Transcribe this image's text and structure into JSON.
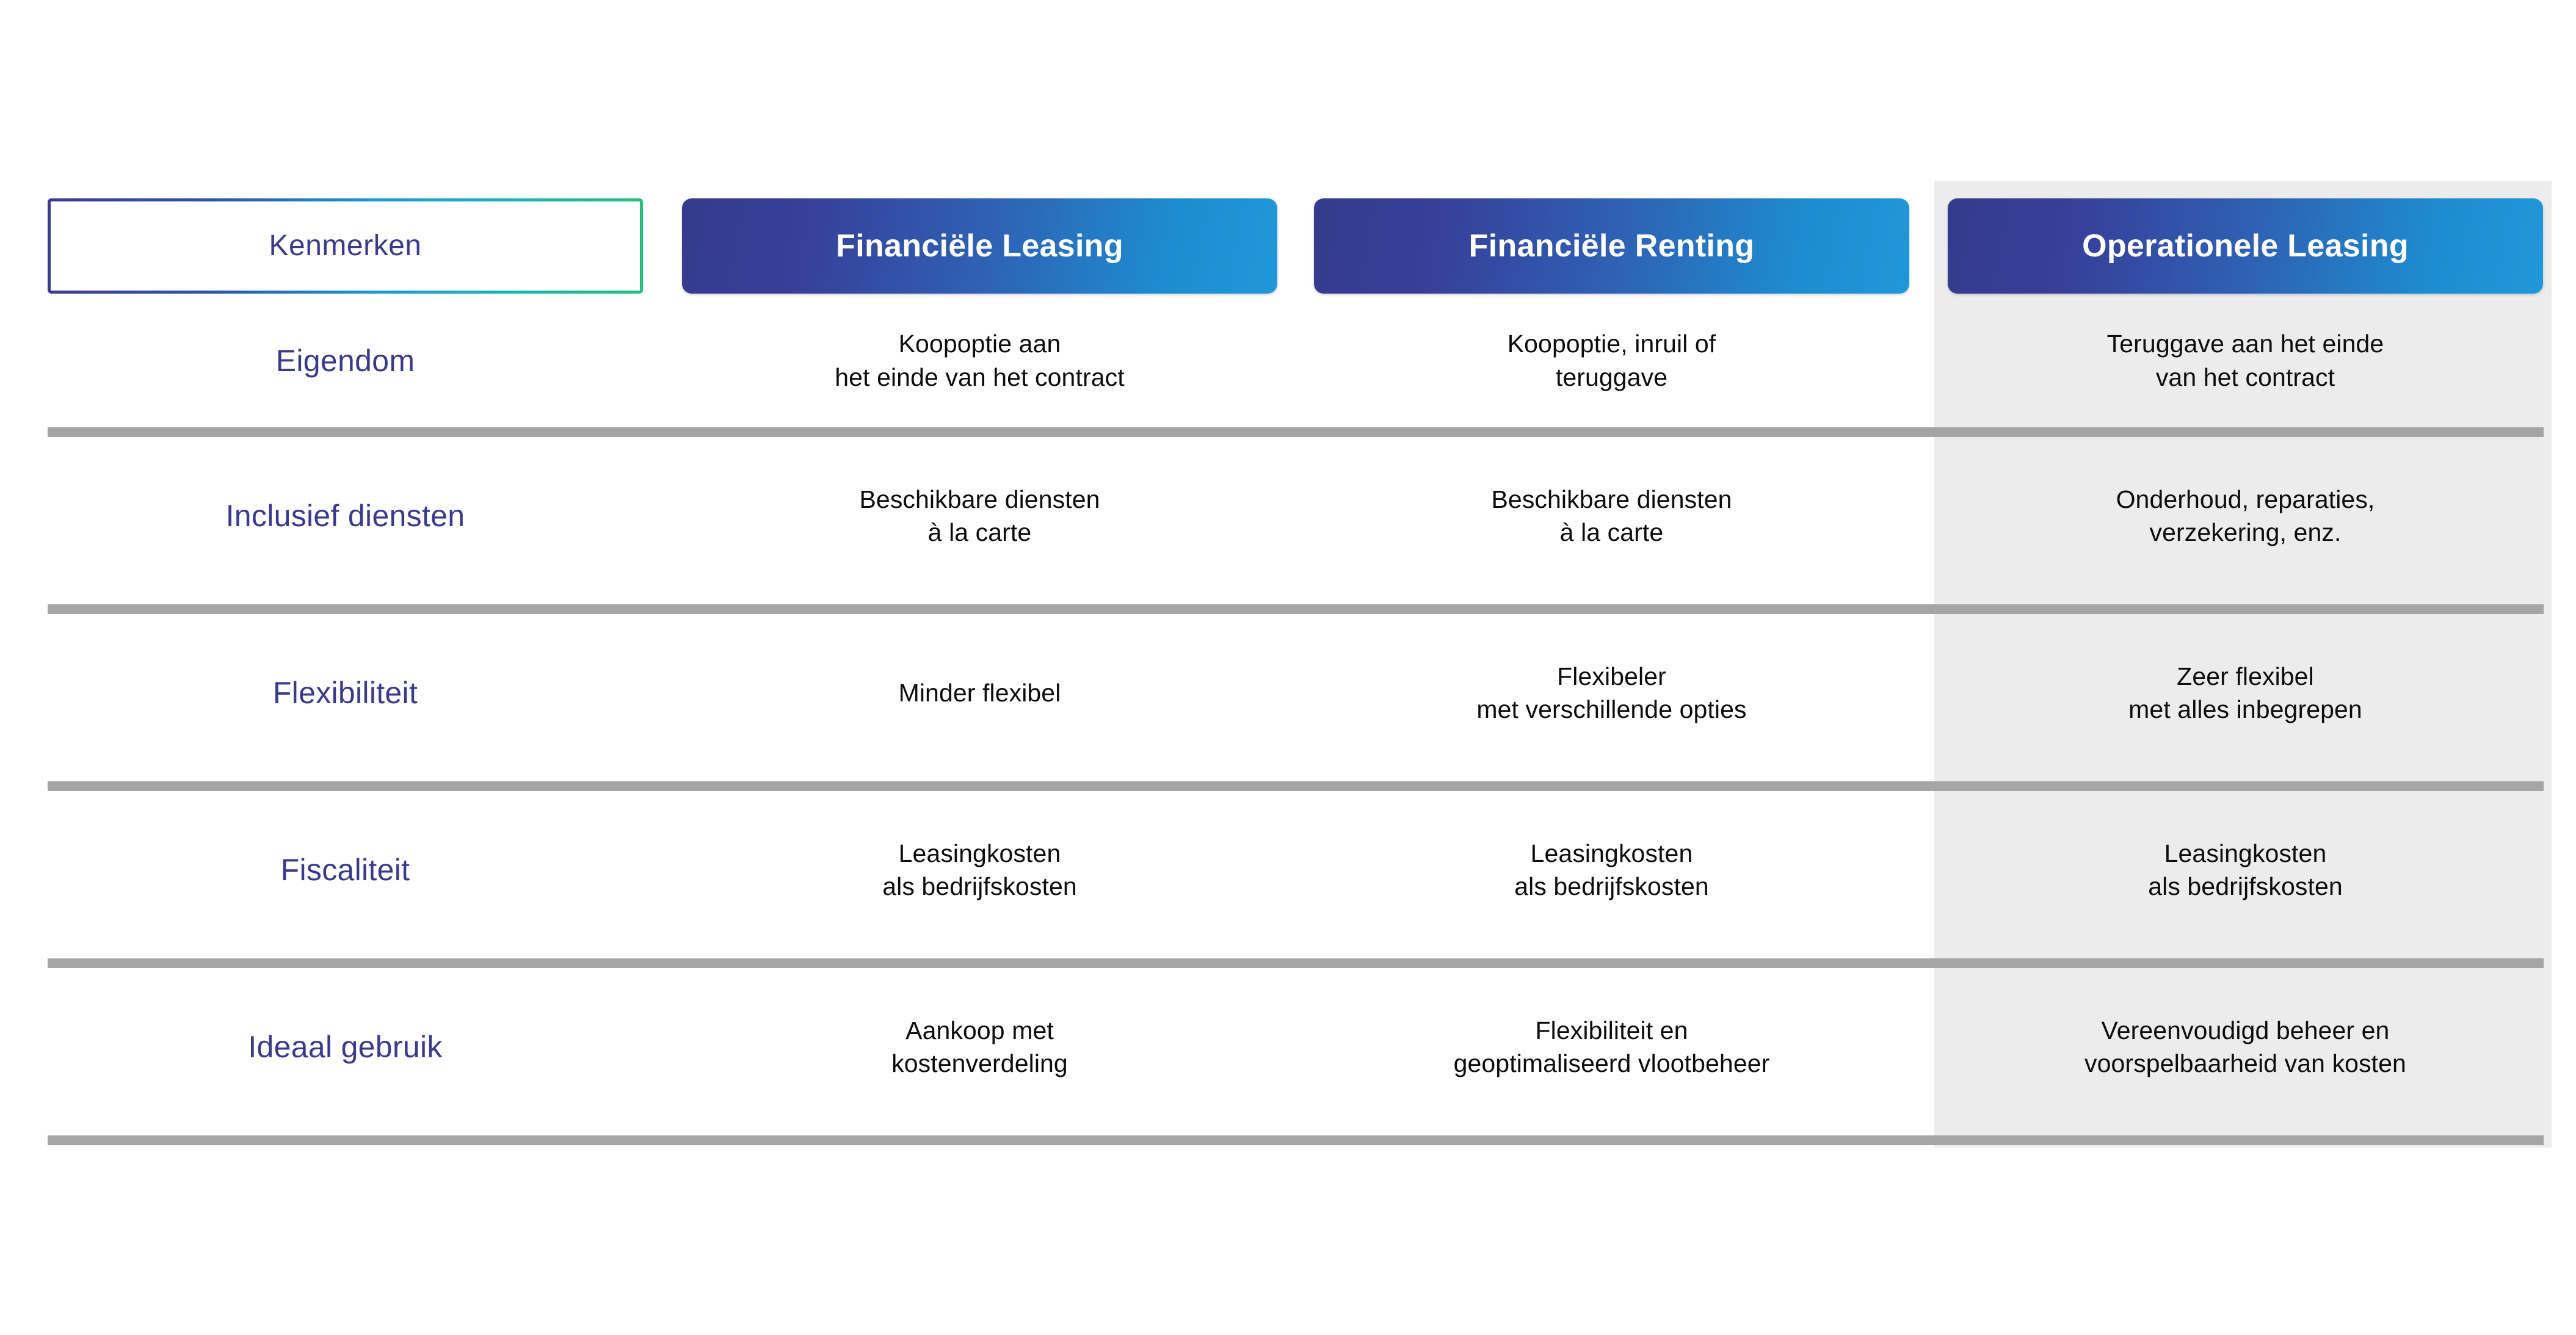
{
  "table": {
    "feature_header": "Kenmerken",
    "column_headers": [
      "Financiële Leasing",
      "Financiële Renting",
      "Operationele Leasing"
    ],
    "highlighted_column_index": 2,
    "rows": [
      {
        "label": "Eigendom",
        "cells": [
          {
            "line1": "Koopoptie aan",
            "line2": "het einde van het contract"
          },
          {
            "line1": "Koopoptie, inruil of",
            "line2": "teruggave"
          },
          {
            "line1": "Teruggave aan het einde",
            "line2": "van het contract"
          }
        ]
      },
      {
        "label": "Inclusief diensten",
        "cells": [
          {
            "line1": "Beschikbare diensten",
            "line2": "à la carte"
          },
          {
            "line1": "Beschikbare diensten",
            "line2": "à la carte"
          },
          {
            "line1": "Onderhoud, reparaties,",
            "line2": "verzekering, enz."
          }
        ]
      },
      {
        "label": "Flexibiliteit",
        "cells": [
          {
            "line1": "Minder flexibel",
            "line2": ""
          },
          {
            "line1": "Flexibeler",
            "line2": "met verschillende opties"
          },
          {
            "line1": "Zeer flexibel",
            "line2": "met alles inbegrepen"
          }
        ]
      },
      {
        "label": "Fiscaliteit",
        "cells": [
          {
            "line1": "Leasingkosten",
            "line2": "als bedrijfskosten"
          },
          {
            "line1": "Leasingkosten",
            "line2": "als bedrijfskosten"
          },
          {
            "line1": "Leasingkosten",
            "line2": "als bedrijfskosten"
          }
        ]
      },
      {
        "label": "Ideaal gebruik",
        "cells": [
          {
            "line1": "Aankoop met",
            "line2": "kostenverdeling"
          },
          {
            "line1": "Flexibiliteit en",
            "line2": "geoptimaliseerd vlootbeheer"
          },
          {
            "line1": "Vereenvoudigd beheer en",
            "line2": "voorspelbaarheid van kosten"
          }
        ]
      }
    ]
  },
  "colors": {
    "label_navy": "#3A3A8C",
    "header_gradient_start": "#343B8E",
    "header_gradient_end": "#2098D9",
    "feature_border_start": "#3B3B8F",
    "feature_border_mid": "#1C9AD6",
    "feature_border_end": "#22C17A",
    "divider_gray": "#A5A5A5",
    "highlight_band": "#ECECEC",
    "cell_text": "#0C0C0C",
    "page_background": "#FFFFFF"
  }
}
